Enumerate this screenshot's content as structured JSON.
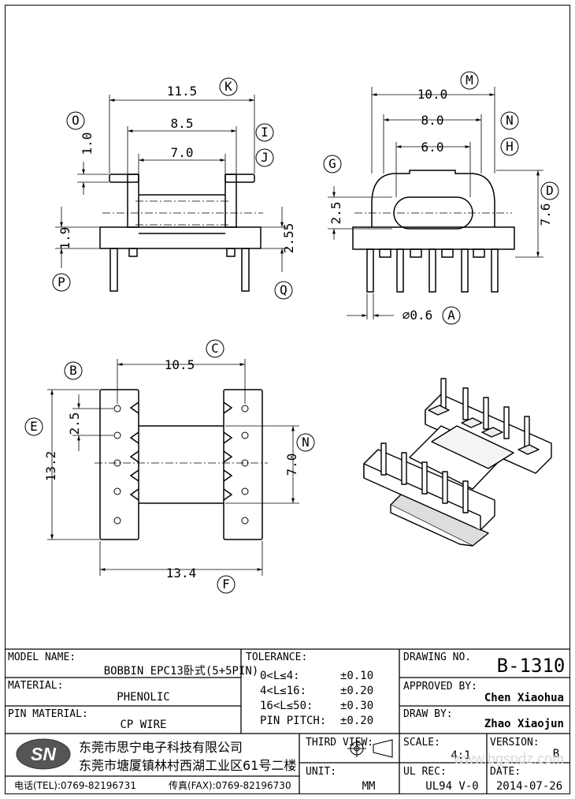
{
  "dimensions": {
    "top_left": {
      "width_outer": "11.5",
      "width_mid": "8.5",
      "width_inner": "7.0",
      "flange": "1.0",
      "base_h": "1.9",
      "pin_len": "2.55"
    },
    "top_right": {
      "width_outer": "10.0",
      "width_mid": "8.0",
      "width_inner": "6.0",
      "slot_h": "2.5",
      "height": "7.6",
      "pin_dia": "⌀0.6"
    },
    "bottom_left": {
      "pitch_w": "10.5",
      "pitch": "2.5",
      "length": "13.2",
      "width": "13.4",
      "window": "7.0"
    }
  },
  "callouts": {
    "O": "O",
    "K": "K",
    "I": "I",
    "J": "J",
    "P": "P",
    "Q": "Q",
    "M": "M",
    "N": "N",
    "H": "H",
    "G": "G",
    "D": "D",
    "A": "A",
    "B": "B",
    "C": "C",
    "E": "E",
    "F": "F",
    "N2": "N"
  },
  "title_block": {
    "model_name_label": "MODEL NAME:",
    "model_name": "BOBBIN EPC13卧式(5+5PIN)",
    "material_label": "MATERIAL:",
    "material": "PHENOLIC",
    "pin_material_label": "PIN MATERIAL:",
    "pin_material": "CP WIRE",
    "tolerance_label": "TOLERANCE:",
    "tol": [
      {
        "range": "0<L≤4:",
        "value": "±0.10"
      },
      {
        "range": "4<L≤16:",
        "value": "±0.20"
      },
      {
        "range": "16<L≤50:",
        "value": "±0.30"
      },
      {
        "range": "PIN PITCH:",
        "value": "±0.20"
      }
    ],
    "drawing_no_label": "DRAWING NO.",
    "drawing_no": "B-1310",
    "approved_label": "APPROVED BY:",
    "approved": "Chen Xiaohua",
    "draw_label": "DRAW BY:",
    "draw": "Zhao Xiaojun",
    "company_logo": "SN",
    "company_name": "东莞市思宁电子科技有限公司",
    "company_addr": "东莞市塘厦镇林村西湖工业区61号二楼",
    "tel": "电话(TEL):0769-82196731",
    "fax": "传真(FAX):0769-82196730",
    "third_view_label": "THIRD VIEW:",
    "unit_label": "UNIT:",
    "unit": "MM",
    "scale_label": "SCALE:",
    "scale": "4:1",
    "version_label": "VERSION:",
    "version": "B",
    "ul_label": "UL REC:",
    "ul": "UL94 V-0",
    "date_label": "DATE:",
    "date": "2014-07-26",
    "watermark": "www.bgsndz.com"
  }
}
